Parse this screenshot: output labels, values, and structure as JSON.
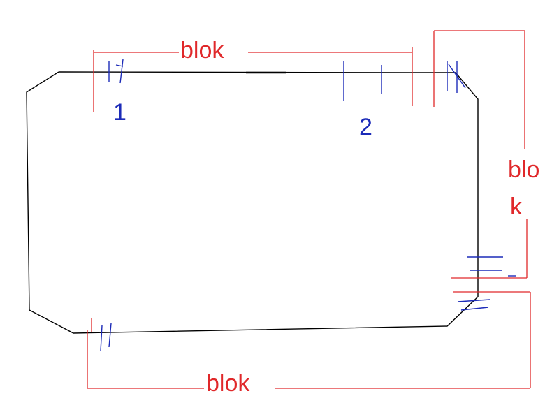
{
  "colors": {
    "track": "#000000",
    "block": "#e0282a",
    "separator": "#1c2bb8",
    "section_label": "#1c2bb8"
  },
  "blocks": {
    "top": "blok",
    "right_line1": "blo",
    "right_line2": "k",
    "bottom": "blok"
  },
  "sections": {
    "first": "1",
    "second": "2"
  }
}
